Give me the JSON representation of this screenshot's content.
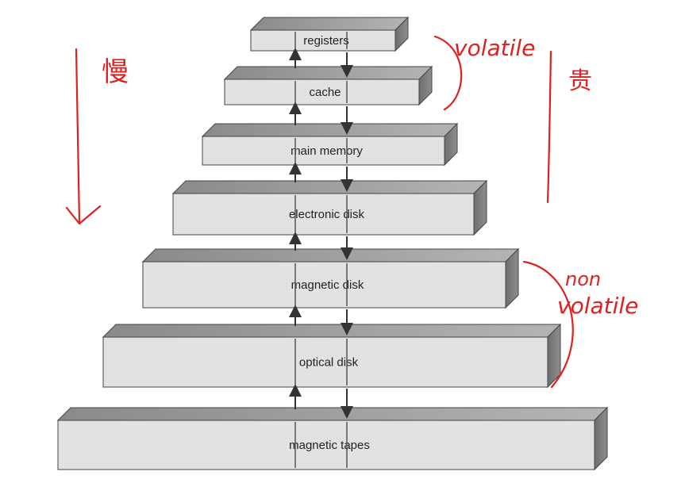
{
  "diagram": {
    "levels": [
      {
        "id": "registers",
        "label": "registers"
      },
      {
        "id": "cache",
        "label": "cache"
      },
      {
        "id": "main-memory",
        "label": "main memory"
      },
      {
        "id": "electronic-disk",
        "label": "electronic disk"
      },
      {
        "id": "magnetic-disk",
        "label": "magnetic disk"
      },
      {
        "id": "optical-disk",
        "label": "optical disk"
      },
      {
        "id": "magnetic-tapes",
        "label": "magnetic tapes"
      }
    ]
  },
  "annotations": {
    "slow": "慢",
    "volatile": "volatile",
    "expensive": "贵",
    "non": "non",
    "non_volatile": "volatile"
  },
  "colors": {
    "ink": "#e02020",
    "box_front": "#e2e2e2",
    "box_top": "#9a9a9a",
    "box_side": "#7a7a7a"
  }
}
